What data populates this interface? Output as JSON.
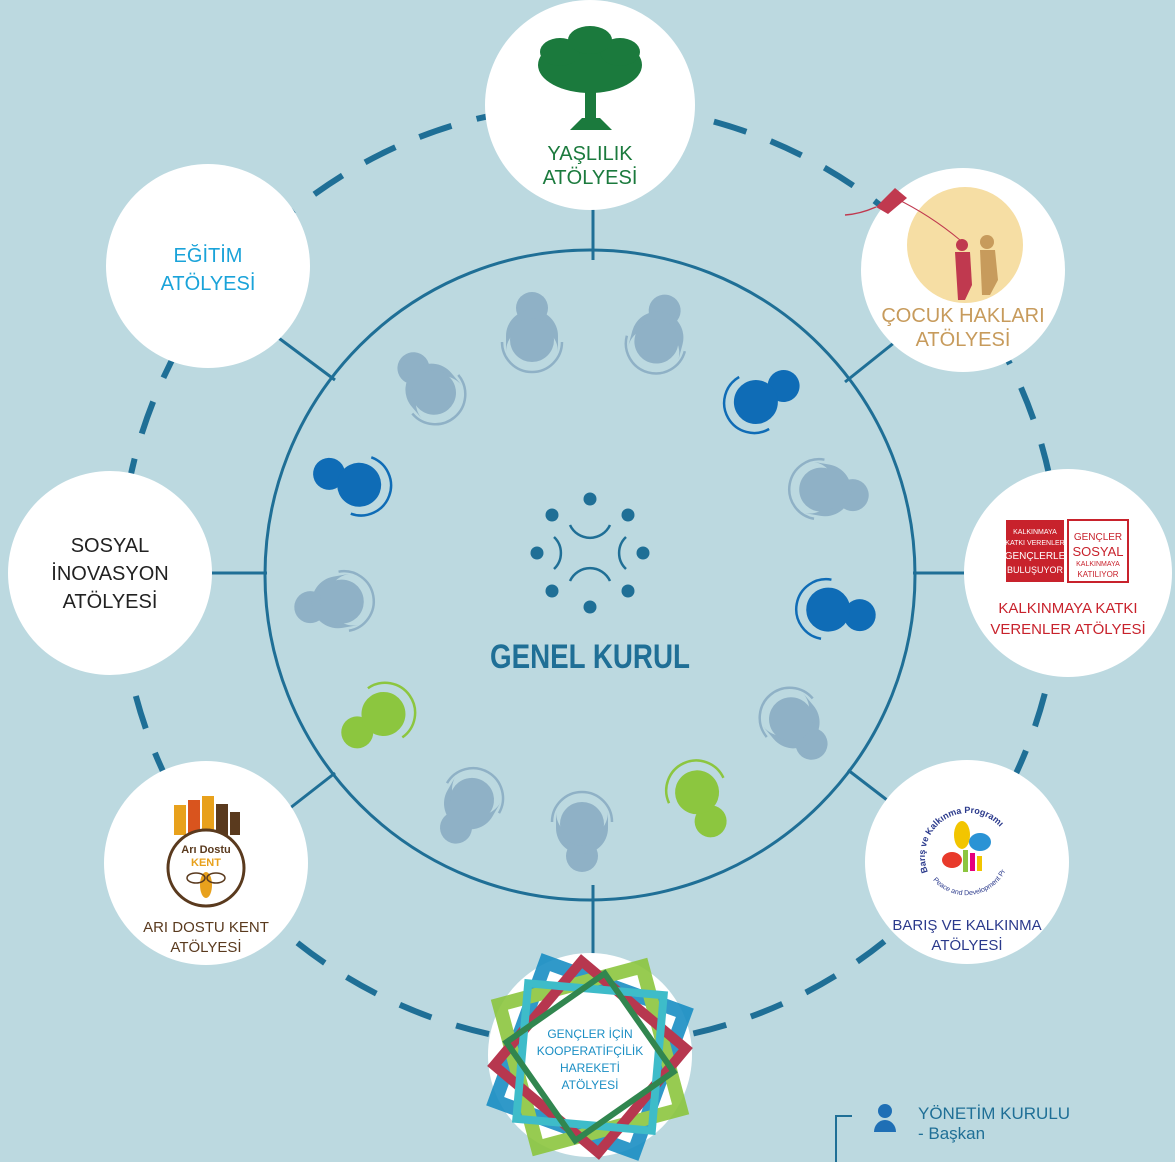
{
  "center": {
    "title": "GENEL KURUL"
  },
  "workshops": {
    "top": {
      "line1": "YAŞLILIK",
      "line2": "ATÖLYESİ",
      "color": "#1b7a3d",
      "logo": "olive-tree-icon"
    },
    "top_right": {
      "line1": "ÇOCUK HAKLARI",
      "line2": "ATÖLYESİ",
      "color": "#c79b5c",
      "logo": "kite-children-icon"
    },
    "right": {
      "line1": "KALKINMAYA KATKI",
      "line2": "VERENLER ATÖLYESİ",
      "color": "#c8222c",
      "logo_left": [
        "KALKINMAYA",
        "KATKI VERENLER",
        "GENÇLERLE",
        "BULUŞUYOR"
      ],
      "logo_right": [
        "GENÇLER",
        "SOSYAL",
        "KALKINMAYA",
        "KATILIYOR"
      ]
    },
    "bottom_right": {
      "line1": "BARIŞ VE KALKINMA",
      "line2": "ATÖLYESİ",
      "color": "#2b3a8c",
      "logo_text_top": "Barış ve Kalkınma Programı",
      "logo_text_bottom": "Peace and Development Programme"
    },
    "bottom": {
      "line1": "GENÇLER İÇİN",
      "line2": "KOOPERATİFÇİLİK",
      "line3": "HAREKETİ",
      "line4": "ATÖLYESİ",
      "color": "#1a8ec4"
    },
    "bottom_left": {
      "line1": "ARI DOSTU KENT",
      "line2": "ATÖLYESİ",
      "color": "#5a3a1e",
      "logo_line1": "Arı Dostu",
      "logo_line2": "KENT"
    },
    "left": {
      "line1": "SOSYAL",
      "line2": "İNOVASYON",
      "line3": "ATÖLYESİ",
      "color": "#222222"
    },
    "top_left": {
      "line1": "EĞİTİM",
      "line2": "ATÖLYESİ",
      "color": "#1aa3d9"
    }
  },
  "legend": {
    "title": "YÖNETİM KURULU",
    "item1": "- Başkan",
    "icon": "person-icon",
    "icon_color": "#1f6fb5"
  },
  "colors": {
    "background": "#bcd9e0",
    "ring": "#1f6f96",
    "person_gray": "#8fb1c6",
    "person_blue": "#0f6cb6",
    "person_green": "#8cc63f"
  }
}
